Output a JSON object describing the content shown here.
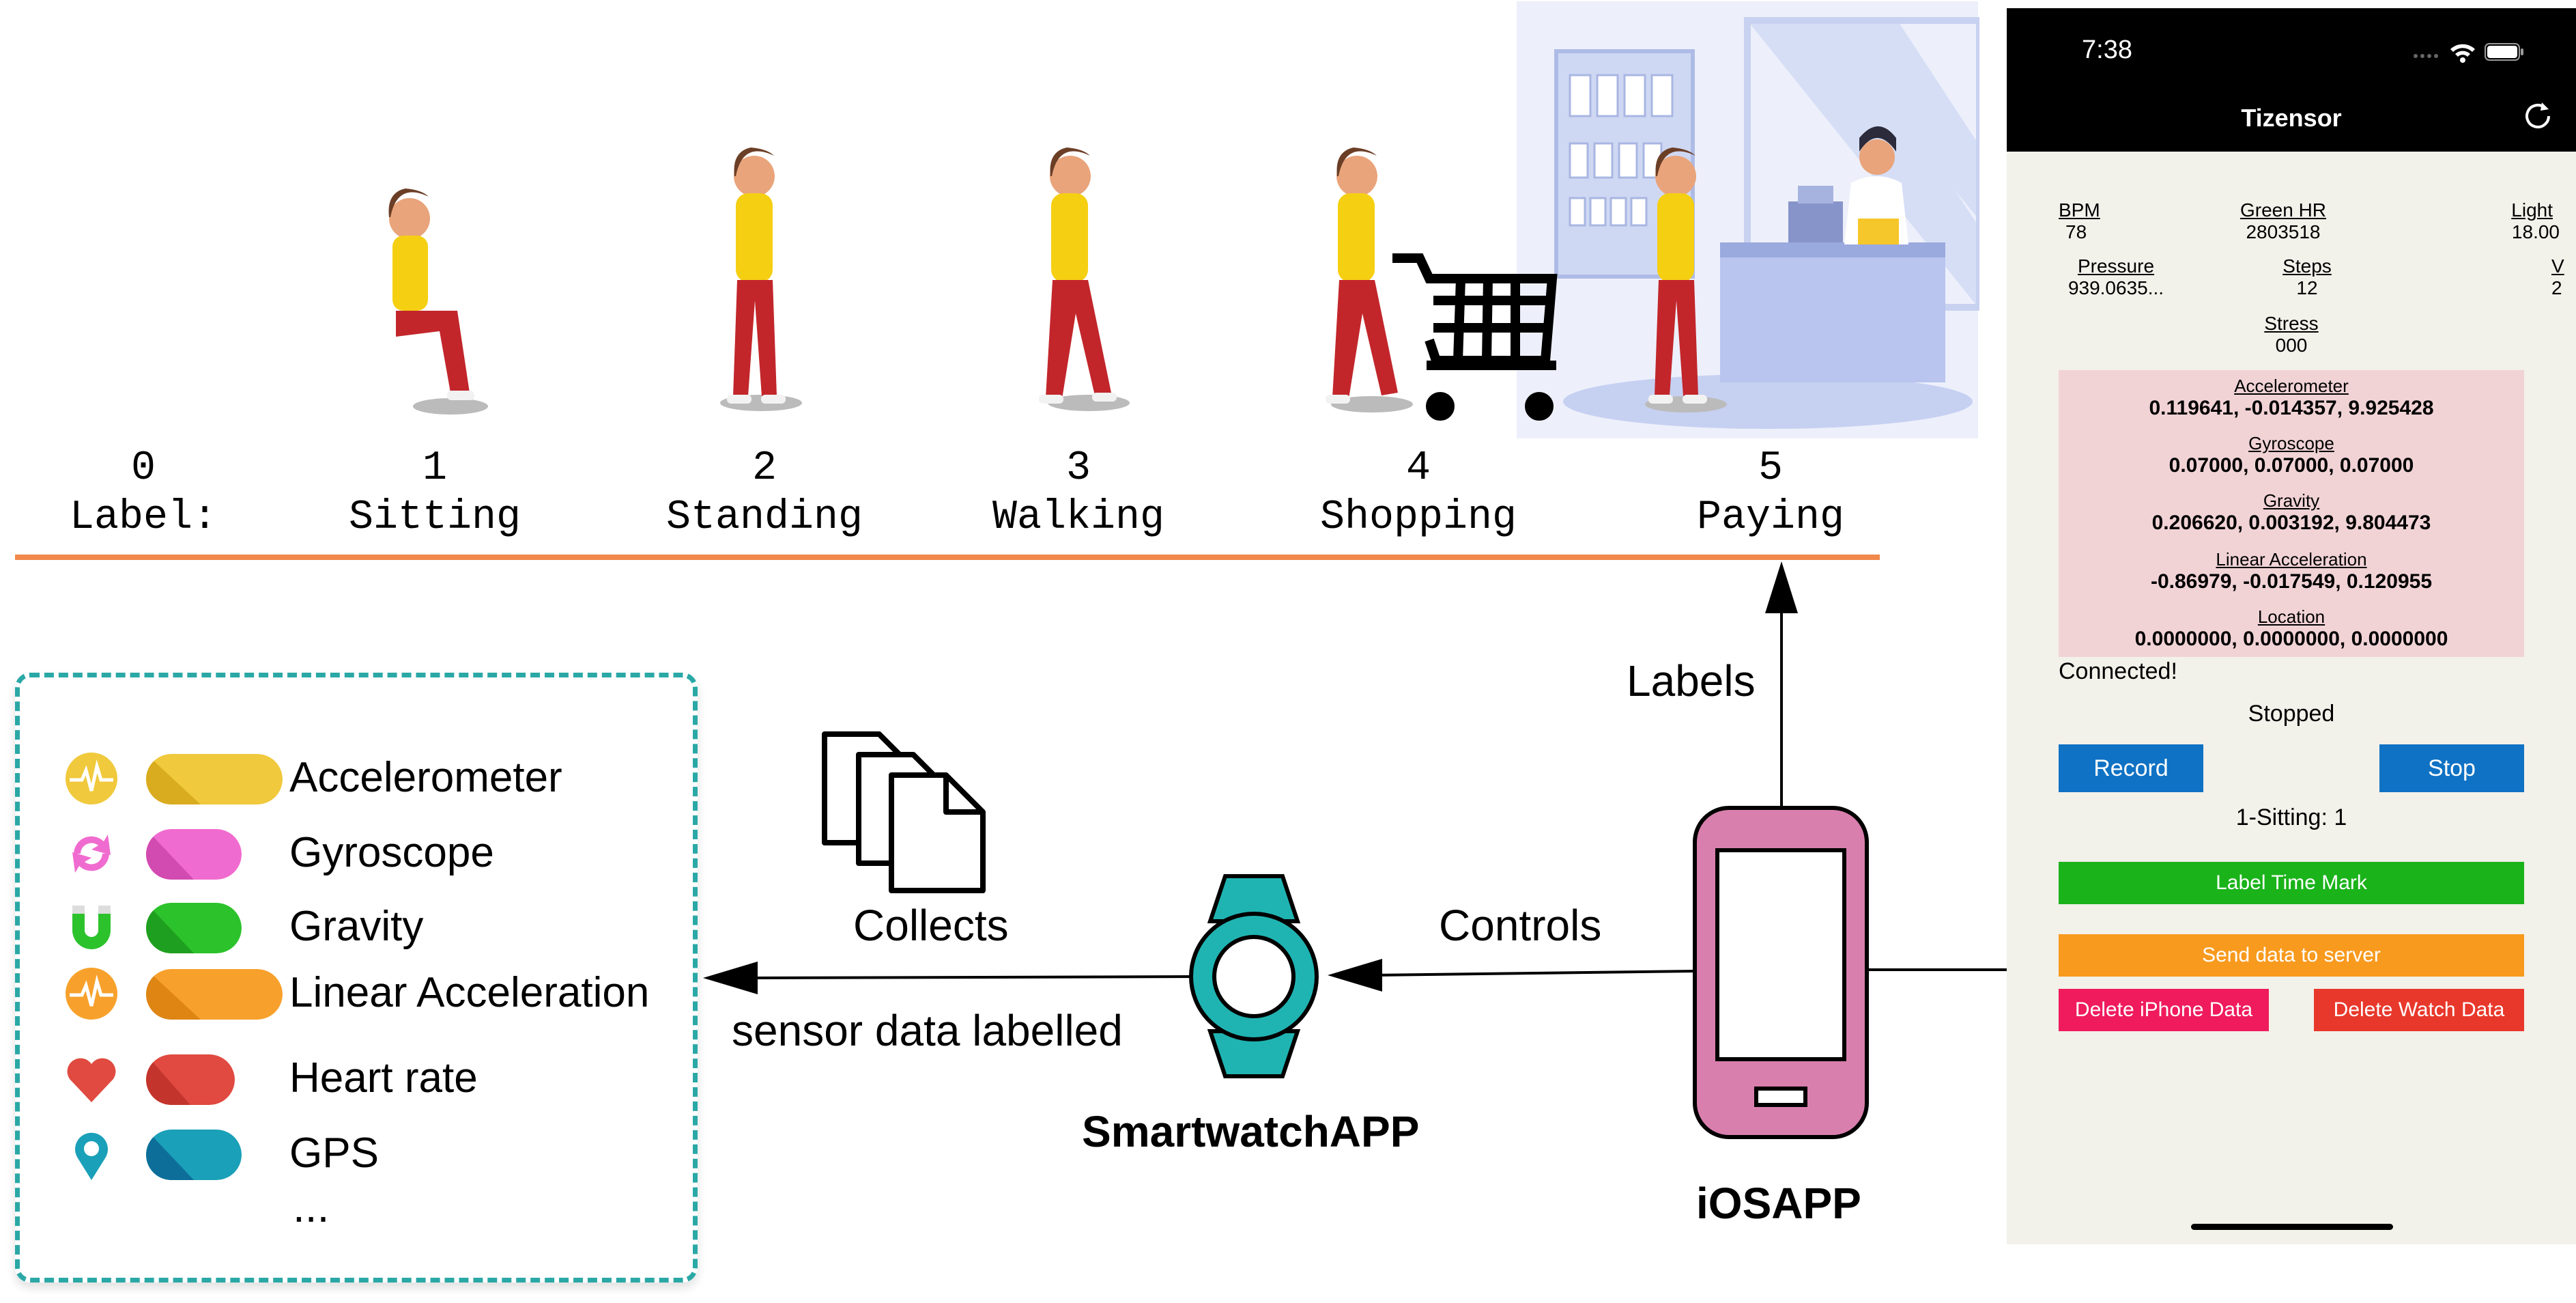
{
  "activities": {
    "label_title": "Label:",
    "items": [
      {
        "num": "0",
        "name": ""
      },
      {
        "num": "1",
        "name": "Sitting"
      },
      {
        "num": "2",
        "name": "Standing"
      },
      {
        "num": "3",
        "name": "Walking"
      },
      {
        "num": "4",
        "name": "Shopping"
      },
      {
        "num": "5",
        "name": "Paying"
      }
    ]
  },
  "sensors": {
    "items": [
      {
        "label": "Accelerometer",
        "color": "#f0c93c",
        "icon": "pulse-icon"
      },
      {
        "label": "Gyroscope",
        "color": "#f06bcf",
        "icon": "rotate-icon"
      },
      {
        "label": "Gravity",
        "color": "#2cc22c",
        "icon": "magnet-icon"
      },
      {
        "label": "Linear Acceleration",
        "color": "#f7a12c",
        "icon": "pulse-icon"
      },
      {
        "label": "Heart rate",
        "color": "#e04a40",
        "icon": "heart-icon"
      },
      {
        "label": "GPS",
        "color": "#1aa0b8",
        "icon": "location-pin-icon"
      }
    ],
    "more": "..."
  },
  "flow": {
    "collects": "Collects",
    "sensor_data_labelled": "sensor data labelled",
    "controls": "Controls",
    "labels": "Labels",
    "smartwatch_app": "SmartwatchAPP",
    "ios_app": "iOSAPP"
  },
  "phone": {
    "time": "7:38",
    "title": "Tizensor",
    "metrics": {
      "bpm_label": "BPM",
      "bpm_value": "78",
      "green_hr_label": "Green HR",
      "green_hr_value": "2803518",
      "light_label": "Light",
      "light_value": "18.00",
      "pressure_label": "Pressure",
      "pressure_value": "939.0635...",
      "steps_label": "Steps",
      "steps_value": "12",
      "v_label": "V",
      "v_value": "2",
      "stress_label": "Stress",
      "stress_value": "000"
    },
    "sensor_values": {
      "accelerometer_label": "Accelerometer",
      "accelerometer_value": "0.119641, -0.014357, 9.925428",
      "gyroscope_label": "Gyroscope",
      "gyroscope_value": "0.07000, 0.07000, 0.07000",
      "gravity_label": "Gravity",
      "gravity_value": "0.206620, 0.003192, 9.804473",
      "linear_label": "Linear Acceleration",
      "linear_value": "-0.86979, -0.017549, 0.120955",
      "location_label": "Location",
      "location_value": "0.0000000, 0.0000000, 0.0000000"
    },
    "connected": "Connected!",
    "status": "Stopped",
    "record": "Record",
    "stop": "Stop",
    "current_label": "1-Sitting: 1",
    "label_time_mark": "Label Time Mark",
    "send_data": "Send data to server",
    "delete_iphone": "Delete iPhone Data",
    "delete_watch": "Delete Watch Data",
    "colors": {
      "blue": "#0f72c4",
      "green": "#1ab31a",
      "orange": "#f89a1e",
      "pink": "#ef1b5d",
      "red": "#e8382b"
    }
  }
}
